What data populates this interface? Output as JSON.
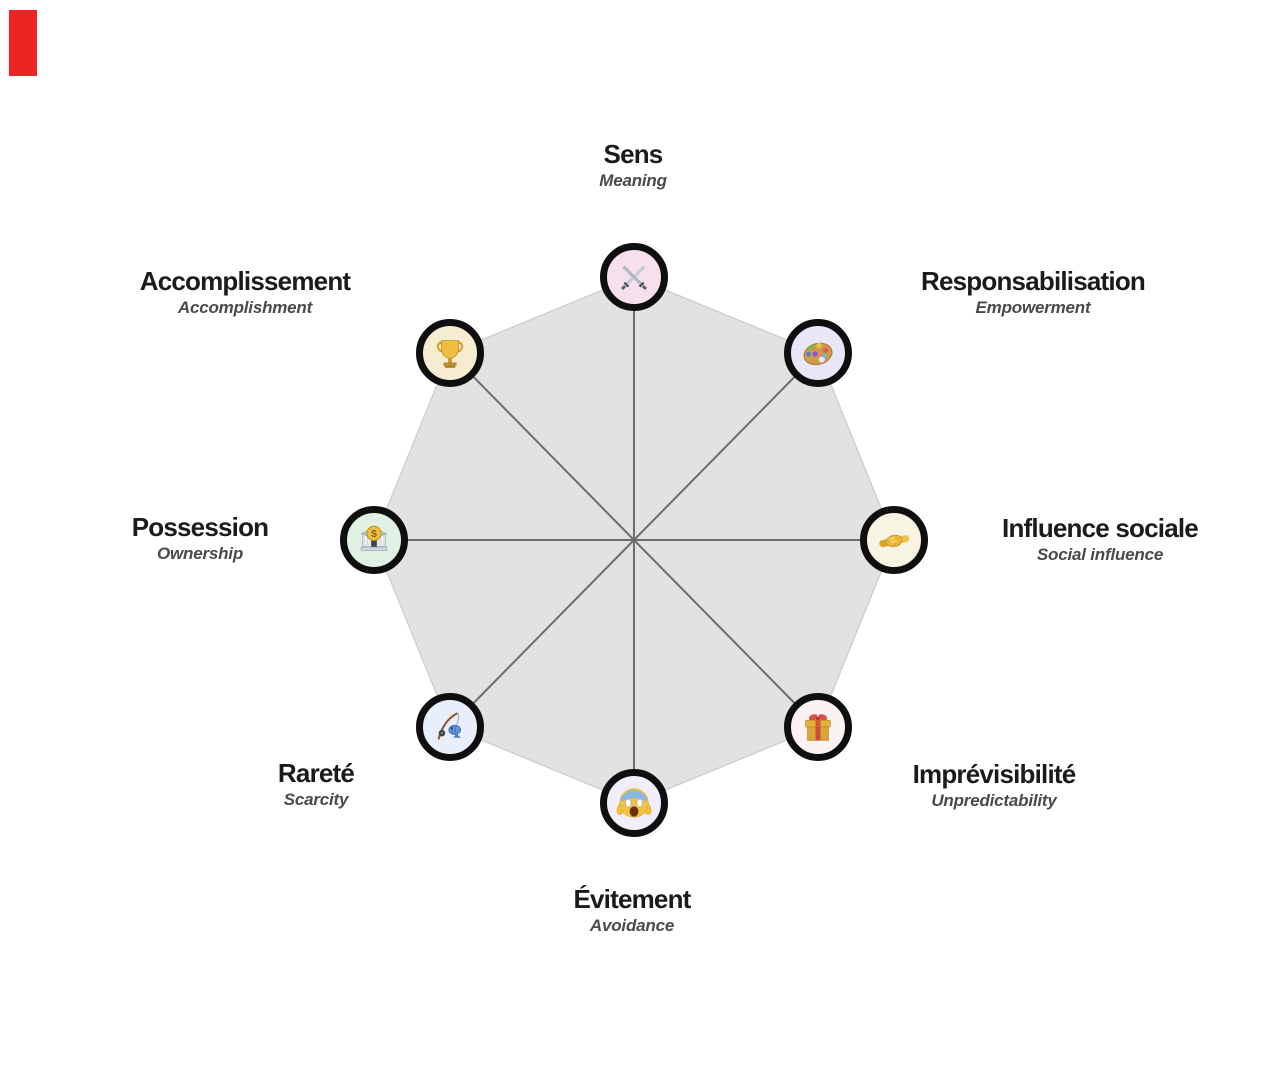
{
  "diagram": {
    "type": "octagon-motivation-framework",
    "octagon_fill": "#e3e2e2",
    "octagon_edge": "#d2d0d0",
    "spoke_color": "#6d6d6d",
    "ring_color": "#0f0f0f",
    "title_color": "#1b1b1b",
    "subtitle_color": "#4a4a4a"
  },
  "artifact_marker": {
    "name": "red-marker",
    "color": "#ee2424"
  },
  "nodes": [
    {
      "label": "Sens",
      "sublabel": "Meaning",
      "icon": "crossed-swords-icon",
      "emoji": "⚔️",
      "circle_color": "#f8dfec",
      "position": "top"
    },
    {
      "label": "Responsabilisation",
      "sublabel": "Empowerment",
      "icon": "artist-palette-icon",
      "emoji": "🎨",
      "circle_color": "#e8e6f7",
      "position": "top-right"
    },
    {
      "label": "Influence sociale",
      "sublabel": "Social influence",
      "icon": "handshake-icon",
      "emoji": "🤝",
      "circle_color": "#f8f4e3",
      "position": "right"
    },
    {
      "label": "Imprévisibilité",
      "sublabel": "Unpredictability",
      "icon": "gift-icon",
      "emoji": "🎁",
      "circle_color": "#fbf2f2",
      "position": "bottom-right"
    },
    {
      "label": "Évitement",
      "sublabel": "Avoidance",
      "icon": "scream-face-icon",
      "emoji": "😱",
      "circle_color": "#f1eef9",
      "position": "bottom"
    },
    {
      "label": "Rareté",
      "sublabel": "Scarcity",
      "icon": "fishing-pole-icon",
      "emoji": "🎣",
      "circle_color": "#e9eefb",
      "position": "bottom-left"
    },
    {
      "label": "Possession",
      "sublabel": "Ownership",
      "icon": "bank-icon",
      "emoji": "🏦",
      "circle_color": "#e0f1e4",
      "coin_symbol": "$",
      "position": "left"
    },
    {
      "label": "Accomplissement",
      "sublabel": "Accomplishment",
      "icon": "trophy-icon",
      "emoji": "🏆",
      "circle_color": "#f6ecd2",
      "position": "top-left"
    }
  ]
}
